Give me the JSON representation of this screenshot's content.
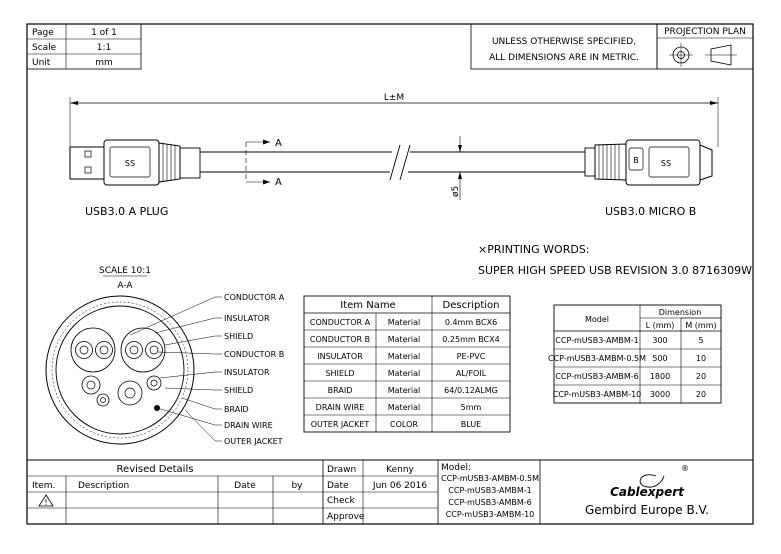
{
  "header": {
    "rows": [
      {
        "label": "Page",
        "value": "1 of 1"
      },
      {
        "label": "Scale",
        "value": "1:1"
      },
      {
        "label": "Unit",
        "value": "mm"
      }
    ],
    "note_line1": "UNLESS OTHERWISE SPECIFIED,",
    "note_line2": "ALL DIMENSIONS ARE IN METRIC.",
    "projection_title": "PROJECTION PLAN"
  },
  "drawing": {
    "length_label": "L±M",
    "section_mark": "A",
    "diameter_label": "ø5",
    "left_connector_label": "USB3.0 A PLUG",
    "right_connector_label": "USB3.0 MICRO B",
    "plug_ss_text": "SS",
    "micro_b_letter": "B"
  },
  "printing": {
    "title": "×PRINTING WORDS:",
    "text": "SUPER HIGH SPEED USB REVISION 3.0 8716309W"
  },
  "section": {
    "scale": "SCALE 10:1",
    "name": "A-A",
    "callouts": [
      "CONDUCTOR A",
      "INSULATOR",
      "SHIELD",
      "CONDUCTOR B",
      "INSULATOR",
      "SHIELD",
      "BRAID",
      "DRAIN WIRE",
      "OUTER JACKET"
    ]
  },
  "materials": {
    "headers": [
      "Item Name",
      "Description"
    ],
    "rows": [
      [
        "CONDUCTOR A",
        "Material",
        "0.4mm BCX6"
      ],
      [
        "CONDUCTOR B",
        "Material",
        "0.25mm BCX4"
      ],
      [
        "INSULATOR",
        "Material",
        "PE-PVC"
      ],
      [
        "SHIELD",
        "Material",
        "AL/FOIL"
      ],
      [
        "BRAID",
        "Material",
        "64/0.12ALMG"
      ],
      [
        "DRAIN WIRE",
        "Material",
        "5mm"
      ],
      [
        "OUTER JACKET",
        "COLOR",
        "BLUE"
      ]
    ]
  },
  "models": {
    "model_header": "Model",
    "dimension_header": "Dimension",
    "l_header": "L (mm)",
    "m_header": "M (mm)",
    "rows": [
      [
        "CCP-mUSB3-AMBM-1",
        "300",
        "5"
      ],
      [
        "CCP-mUSB3-AMBM-0.5M",
        "500",
        "10"
      ],
      [
        "CCP-mUSB3-AMBM-6",
        "1800",
        "20"
      ],
      [
        "CCP-mUSB3-AMBM-10",
        "3000",
        "20"
      ]
    ]
  },
  "title_block": {
    "revised": "Revised Details",
    "item": "Item.",
    "description": "Description",
    "date": "Date",
    "by": "by",
    "drawn": "Drawn",
    "drawn_by": "Kenny",
    "date_label": "Date",
    "date_value": "Jun 06 2016",
    "check": "Check",
    "approve": "Approve",
    "model_label": "Model:",
    "model_lines": [
      "CCP-mUSB3-AMBM-0.5M",
      "CCP-mUSB3-AMBM-1",
      "CCP-mUSB3-AMBM-6",
      "CCP-mUSB3-AMBM-10"
    ],
    "brand": "Cablexpert",
    "brand_mark": "®",
    "company": "Gembird Europe B.V.",
    "revision_symbol": "!"
  }
}
